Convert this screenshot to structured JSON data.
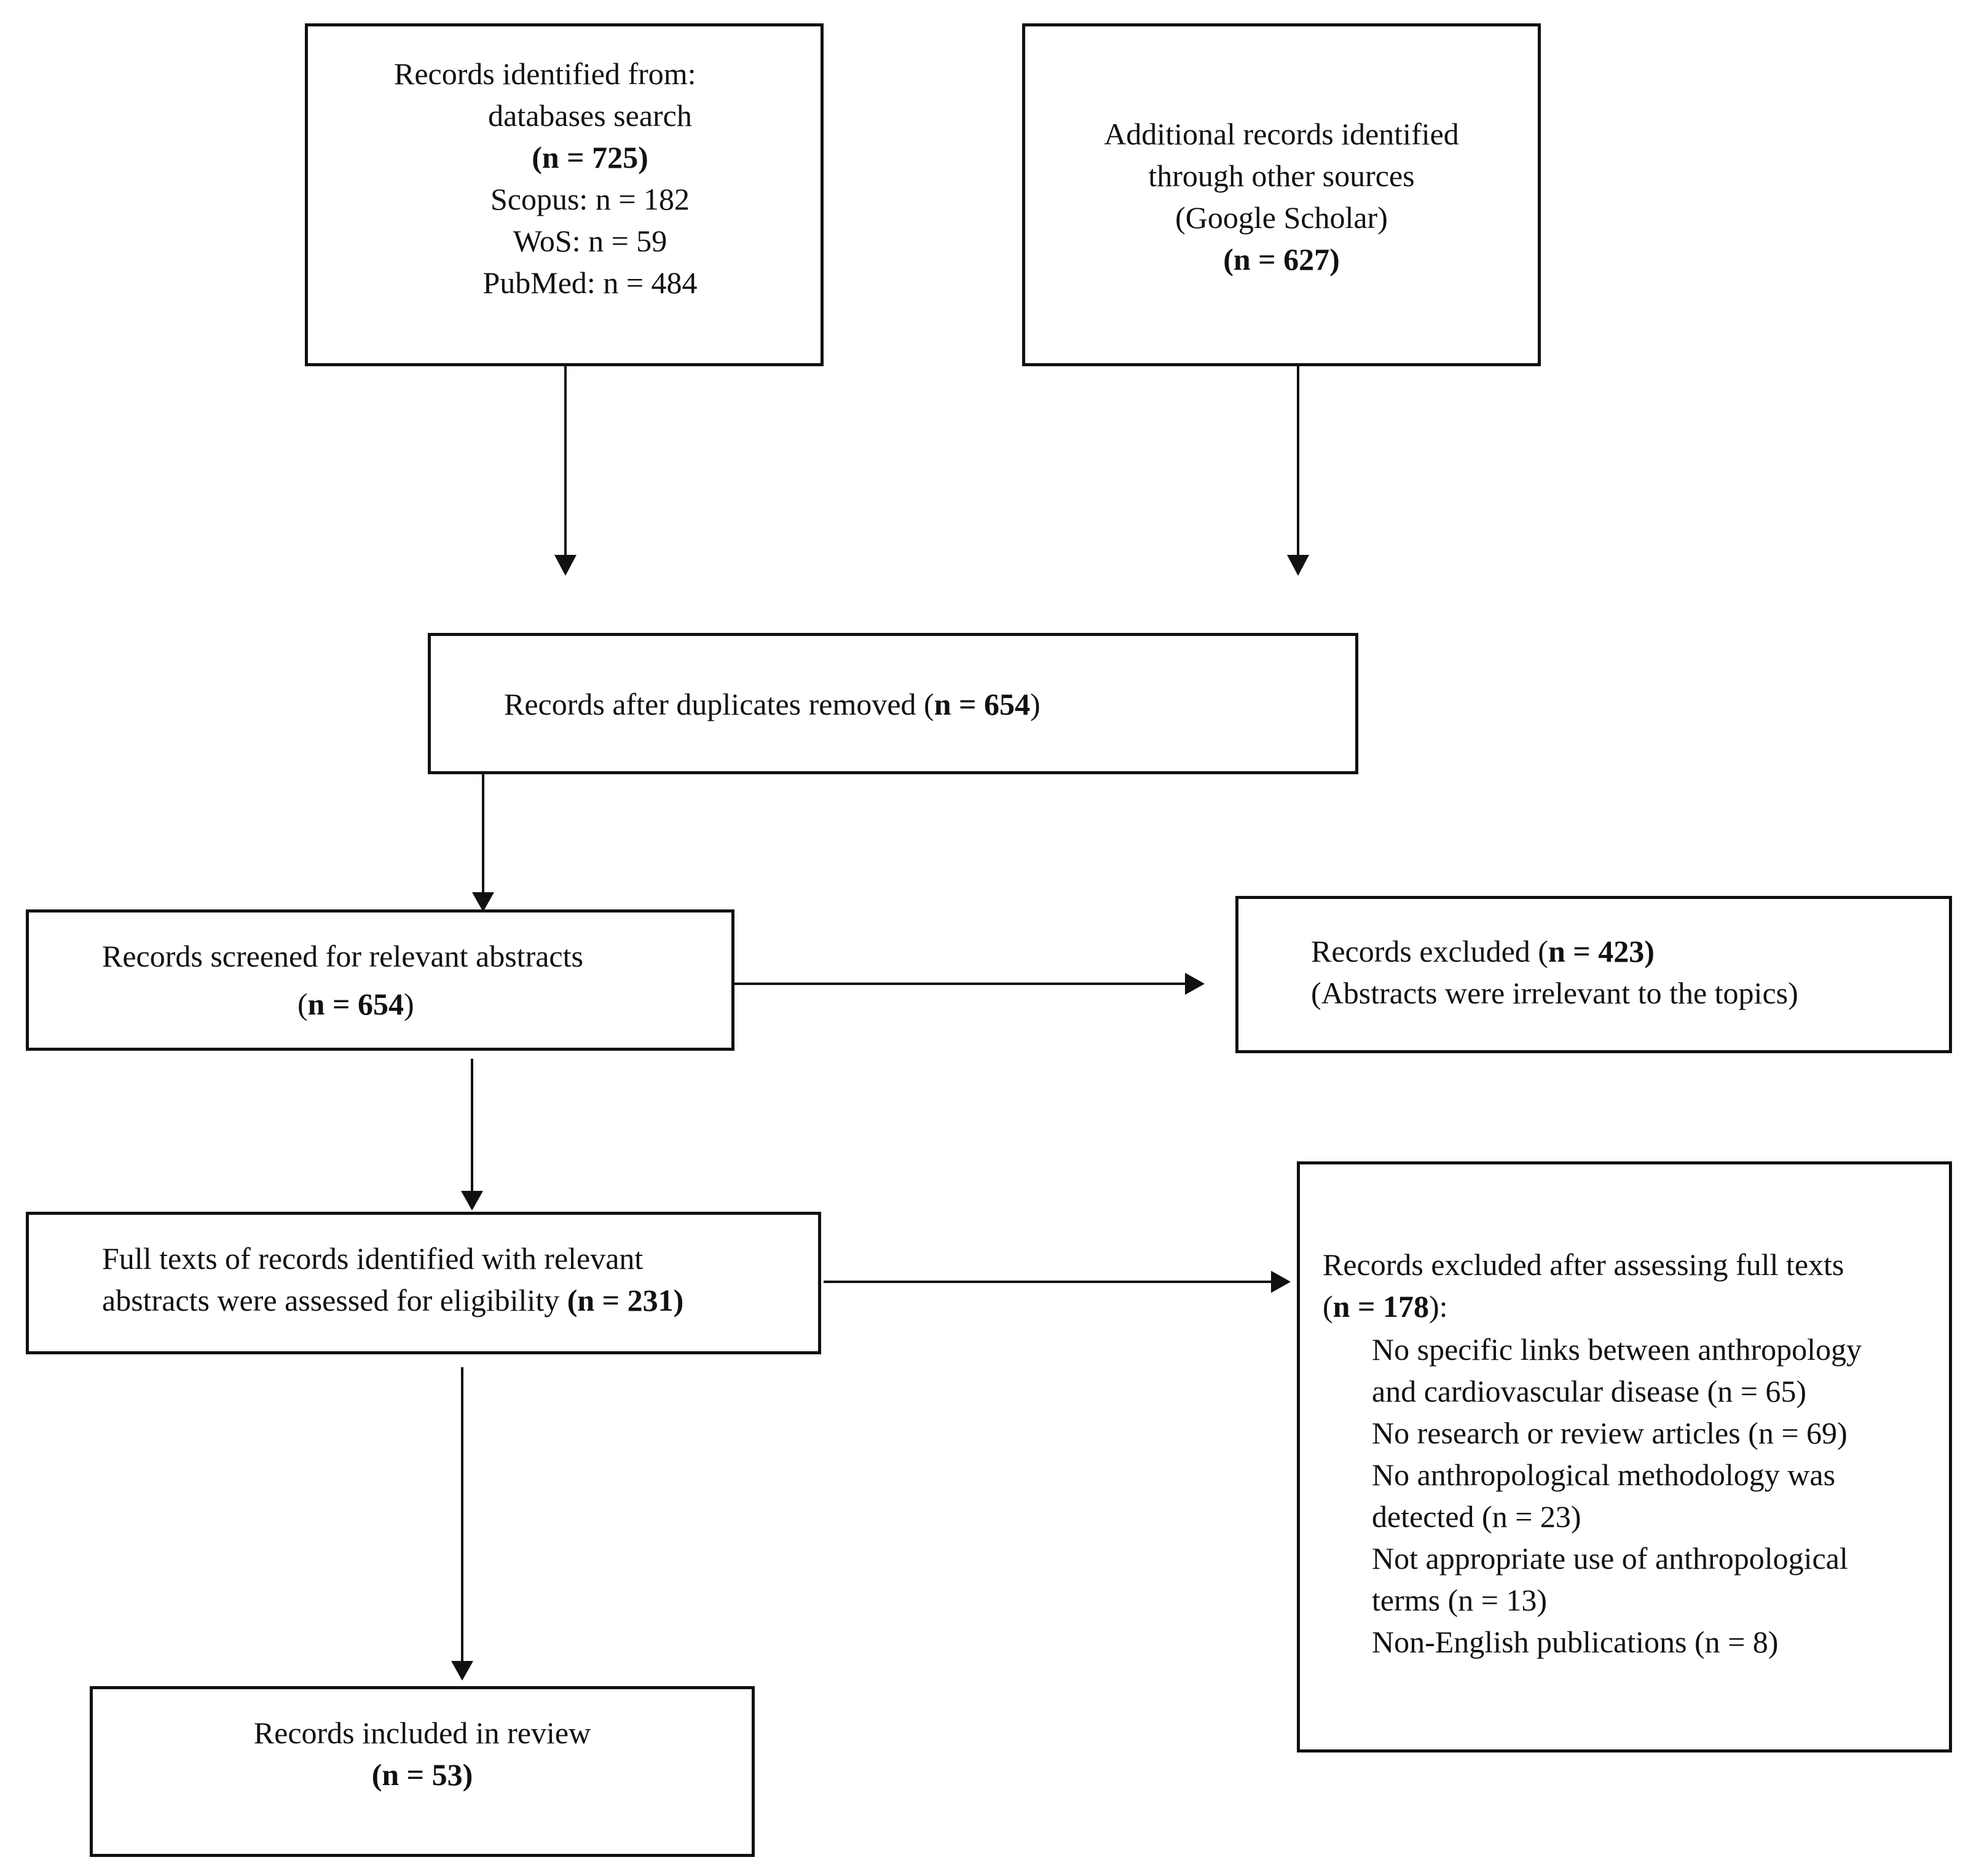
{
  "identification": {
    "databases": {
      "title_line1": "Records identified from:",
      "title_line2": "databases search",
      "total": "(n = 725)",
      "scopus": "Scopus: n = 182",
      "wos": "WoS: n = 59",
      "pubmed": "PubMed: n = 484"
    },
    "other_sources": {
      "line1": "Additional records identified",
      "line2": "through other sources",
      "line3": "(Google Scholar)",
      "total": "(n = 627)"
    }
  },
  "duplicates_removed": {
    "label": "Records after duplicates removed (",
    "count": "n = 654",
    "close": ")"
  },
  "screened": {
    "label": "Records screened for relevant abstracts",
    "open": "(",
    "count": "n = 654",
    "close": ")"
  },
  "excluded_abstracts": {
    "label": "Records excluded (",
    "count": "n = 423)",
    "reason": "(Abstracts were irrelevant to the topics)"
  },
  "full_text": {
    "line1": "Full texts of records identified with relevant",
    "line2": "abstracts were assessed for eligibility ",
    "count": "(n = 231)"
  },
  "excluded_full_text": {
    "title": "Records excluded after assessing full texts",
    "open": "(",
    "count": "n = 178",
    "close": "):",
    "reasons": [
      "No specific links between anthropology",
      "and cardiovascular disease (n = 65)",
      "No research or review articles (n = 69)",
      "No anthropological methodology was",
      "detected (n = 23)",
      "Not appropriate use of anthropological",
      "terms (n = 13)",
      "Non-English publications (n = 8)"
    ]
  },
  "included": {
    "label": "Records included in review",
    "count": "(n = 53)"
  }
}
